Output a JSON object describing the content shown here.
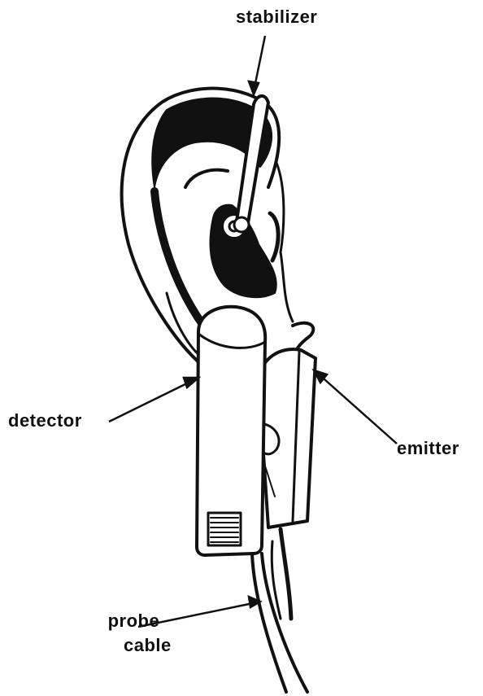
{
  "labels": {
    "stabilizer": "stabilizer",
    "detector": "detector",
    "emitter": "emitter",
    "probe_line1": "probe",
    "probe_line2": "cable"
  },
  "colors": {
    "ink": "#111111",
    "paper": "#ffffff"
  }
}
